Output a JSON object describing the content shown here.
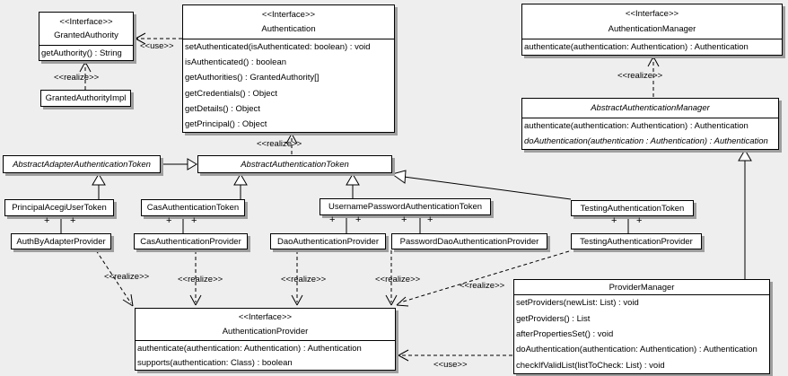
{
  "colors": {
    "background": "#eeeeee",
    "box_fill": "#ffffff",
    "line": "#000000",
    "shadow": "#9e9e9e"
  },
  "diagram": {
    "classes": [
      {
        "id": "granted-authority",
        "stereotype": "<<Interface>>",
        "name": "GrantedAuthority",
        "methods": [
          "getAuthority() : String"
        ]
      },
      {
        "id": "granted-authority-impl",
        "name": "GrantedAuthorityImpl"
      },
      {
        "id": "authentication",
        "stereotype": "<<Interface>>",
        "name": "Authentication",
        "methods": [
          "setAuthenticated(isAuthenticated: boolean) : void",
          "isAuthenticated() : boolean",
          "getAuthorities() : GrantedAuthority[]",
          "getCredentials() : Object",
          "getDetails() : Object",
          "getPrincipal() : Object"
        ]
      },
      {
        "id": "authentication-manager",
        "stereotype": "<<Interface>>",
        "name": "AuthenticationManager",
        "methods": [
          "authenticate(authentication: Authentication) : Authentication"
        ]
      },
      {
        "id": "abstract-authentication-manager",
        "name": "AbstractAuthenticationManager",
        "abstract": true,
        "methods": [
          "authenticate(authentication: Authentication) : Authentication",
          "doAuthentication(authentication : Authentication) : Authentication"
        ],
        "italic_methods": [
          1
        ]
      },
      {
        "id": "abstract-adapter-authentication-token",
        "name": "AbstractAdapterAuthenticationToken",
        "abstract": true
      },
      {
        "id": "abstract-authentication-token",
        "name": "AbstractAuthenticationToken",
        "abstract": true
      },
      {
        "id": "principal-acegi-user-token",
        "name": "PrincipalAcegiUserToken"
      },
      {
        "id": "cas-authentication-token",
        "name": "CasAuthenticationToken"
      },
      {
        "id": "username-password-authentication-token",
        "name": "UsernamePasswordAuthenticationToken"
      },
      {
        "id": "testing-authentication-token",
        "name": "TestingAuthenticationToken"
      },
      {
        "id": "auth-by-adapter-provider",
        "name": "AuthByAdapterProvider"
      },
      {
        "id": "cas-authentication-provider",
        "name": "CasAuthenticationProvider"
      },
      {
        "id": "dao-authentication-provider",
        "name": "DaoAuthenticationProvider"
      },
      {
        "id": "password-dao-authentication-provider",
        "name": "PasswordDaoAuthenticationProvider"
      },
      {
        "id": "testing-authentication-provider",
        "name": "TestingAuthenticationProvider"
      },
      {
        "id": "authentication-provider",
        "stereotype": "<<Interface>>",
        "name": "AuthenticationProvider",
        "methods": [
          "authenticate(authentication: Authentication) : Authentication",
          "supports(authentication: Class) : boolean"
        ]
      },
      {
        "id": "provider-manager",
        "name": "ProviderManager",
        "methods": [
          "setProviders(newList: List) : void",
          "getProviders() : List",
          "afterPropertiesSet() : void",
          "doAuthentication(authentication: Authentication) : Authentication",
          "checkIfValidList(listToCheck: List) : void"
        ]
      }
    ],
    "edge_labels": [
      {
        "id": "use-granted",
        "text": "<<use>>"
      },
      {
        "id": "realize-granted-impl",
        "text": "<<realize>>"
      },
      {
        "id": "realize-token",
        "text": "<<realize>>"
      },
      {
        "id": "realize-manager",
        "text": "<<realize>>"
      },
      {
        "id": "realize-auth-by-adapter",
        "text": "<<realize>>"
      },
      {
        "id": "realize-cas-provider",
        "text": "<<realize>>"
      },
      {
        "id": "realize-dao-provider",
        "text": "<<realize>>"
      },
      {
        "id": "realize-password-dao-provider",
        "text": "<<realize>>"
      },
      {
        "id": "realize-testing-provider",
        "text": "<<realize>>"
      },
      {
        "id": "use-provider-manager",
        "text": "<<use>>"
      }
    ],
    "plus_adornment": "+"
  }
}
